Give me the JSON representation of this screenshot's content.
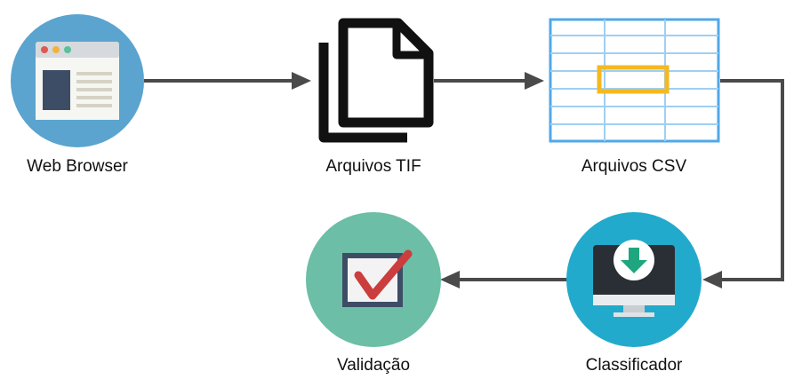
{
  "nodes": {
    "web_browser": {
      "label": "Web Browser",
      "icon": "web-browser-icon"
    },
    "arquivos_tif": {
      "label": "Arquivos TIF",
      "icon": "document-copy-icon"
    },
    "arquivos_csv": {
      "label": "Arquivos CSV",
      "icon": "spreadsheet-icon"
    },
    "classificador": {
      "label": "Classificador",
      "icon": "monitor-download-icon"
    },
    "validacao": {
      "label": "Validação",
      "icon": "checkbox-check-icon"
    }
  },
  "colors": {
    "arrow": "#4a4a4a",
    "browser_circle": "#5aa4cf",
    "validation_circle": "#6cbea6",
    "classifier_circle": "#22aacc",
    "csv_grid": "#4fa8e8",
    "csv_highlight": "#f4b820",
    "check": "#cc3d3d"
  }
}
